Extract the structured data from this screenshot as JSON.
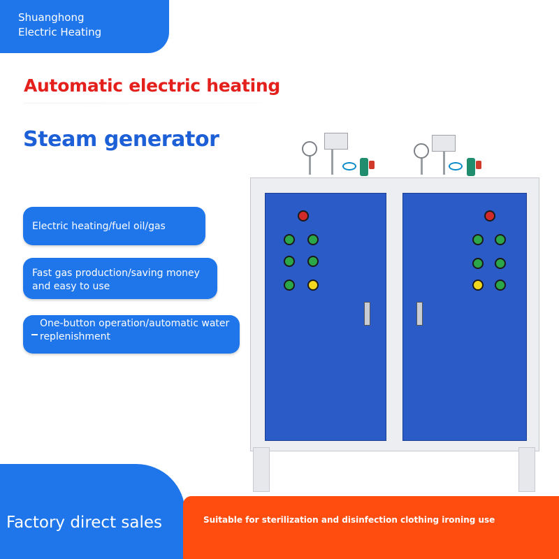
{
  "brand": {
    "line1": "Shuanghong",
    "line2": "Electric Heating"
  },
  "headline": "Automatic electric heating",
  "subheadline": "Steam generator",
  "features": [
    "Electric heating/fuel oil/gas",
    "Fast gas production/saving money and easy to use",
    "One-button operation/automatic water replenishment"
  ],
  "footer": {
    "left": "Factory direct sales",
    "right": "Suitable for sterilization and disinfection clothing ironing use"
  },
  "colors": {
    "brand_blue": "#1f76ea",
    "headline_red": "#e3201c",
    "subhead_blue": "#1c5fd6",
    "accent_orange": "#ff4c0f",
    "cabinet_door": "#2a5bc6"
  },
  "icons": [
    "pressure-gauge-icon",
    "pressure-switch-icon",
    "safety-valve-icon"
  ]
}
